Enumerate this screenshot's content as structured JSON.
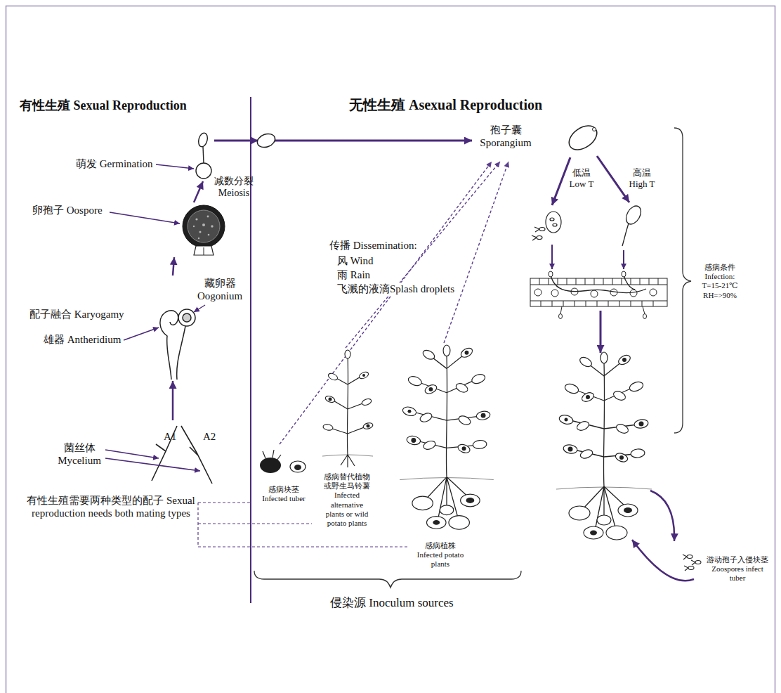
{
  "diagram": {
    "nodes": [
      {
        "text": [
          "萌发 Germination"
        ]
      },
      {
        "text": [
          "孢子囊 Sporangium"
        ]
      },
      {
        "text": [
          "卵孢子 Oospore"
        ]
      },
      {
        "text": [
          "藏卵器 Oogonium",
          "配子融合 Karyogamy",
          "雄器 Antheridium"
        ]
      },
      {
        "text": [
          "菌丝体 Mycelium",
          "A1",
          "A2"
        ]
      },
      {
        "text": [
          "感病块茎 Infected tuber"
        ]
      },
      {
        "text": [
          "感病替代植物或野生马铃薯 Infected alternative plants or wild potato plants"
        ]
      },
      {
        "text": [
          "感病植株 Infected potato plants"
        ]
      }
    ],
    "edges": [
      {
        "from": 4,
        "to": 3,
        "arrow": "to"
      },
      {
        "from": 3,
        "to": 2,
        "arrow": "to"
      },
      {
        "from": 2,
        "to": 0,
        "arrow": "to"
      },
      {
        "from": 0,
        "to": 1,
        "arrow": "to"
      },
      {
        "from": 5,
        "to": 1,
        "arrow": "to"
      },
      {
        "from": 6,
        "to": 1,
        "arrow": "to"
      },
      {
        "from": 7,
        "to": 1,
        "arrow": "to"
      }
    ],
    "labels": [
      "有性生殖 Sexual Reproduction",
      "无性生殖 Asexual Reproduction",
      "减数分裂 Meiosis",
      "有性生殖需要两种类型的配子 Sexual reproduction needs both mating types",
      "传播 Dissemination:",
      "风 Wind",
      "雨 Rain",
      "飞溅的液滴Splash droplets",
      "低温 Low T",
      "高温 High T",
      "感病条件 Infection: T=15-21℃ RH=>90%",
      "游动孢子入侵块茎 Zoospores infect tuber",
      "侵染源 Inoculum sources"
    ]
  }
}
